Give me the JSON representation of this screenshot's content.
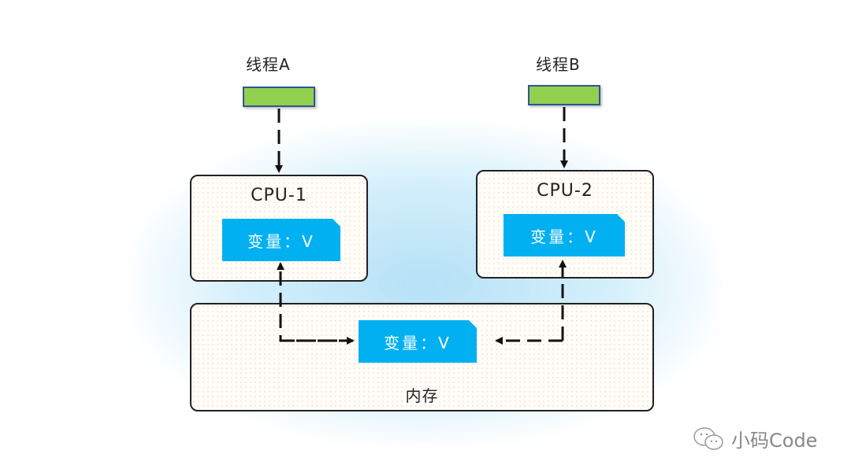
{
  "threads": [
    {
      "label": "线程A",
      "color": "#92d050"
    },
    {
      "label": "线程B",
      "color": "#92d050"
    }
  ],
  "cpus": [
    {
      "title": "CPU-1",
      "variable": "变量：V"
    },
    {
      "title": "CPU-2",
      "variable": "变量：V"
    }
  ],
  "memory": {
    "title": "内存",
    "variable": "变量：V"
  },
  "colors": {
    "variable_fill": "#00b0f0",
    "thread_fill": "#92d050",
    "thread_border": "#2f5597"
  },
  "watermark": {
    "text": "小码Code",
    "icon": "wechat-icon"
  }
}
